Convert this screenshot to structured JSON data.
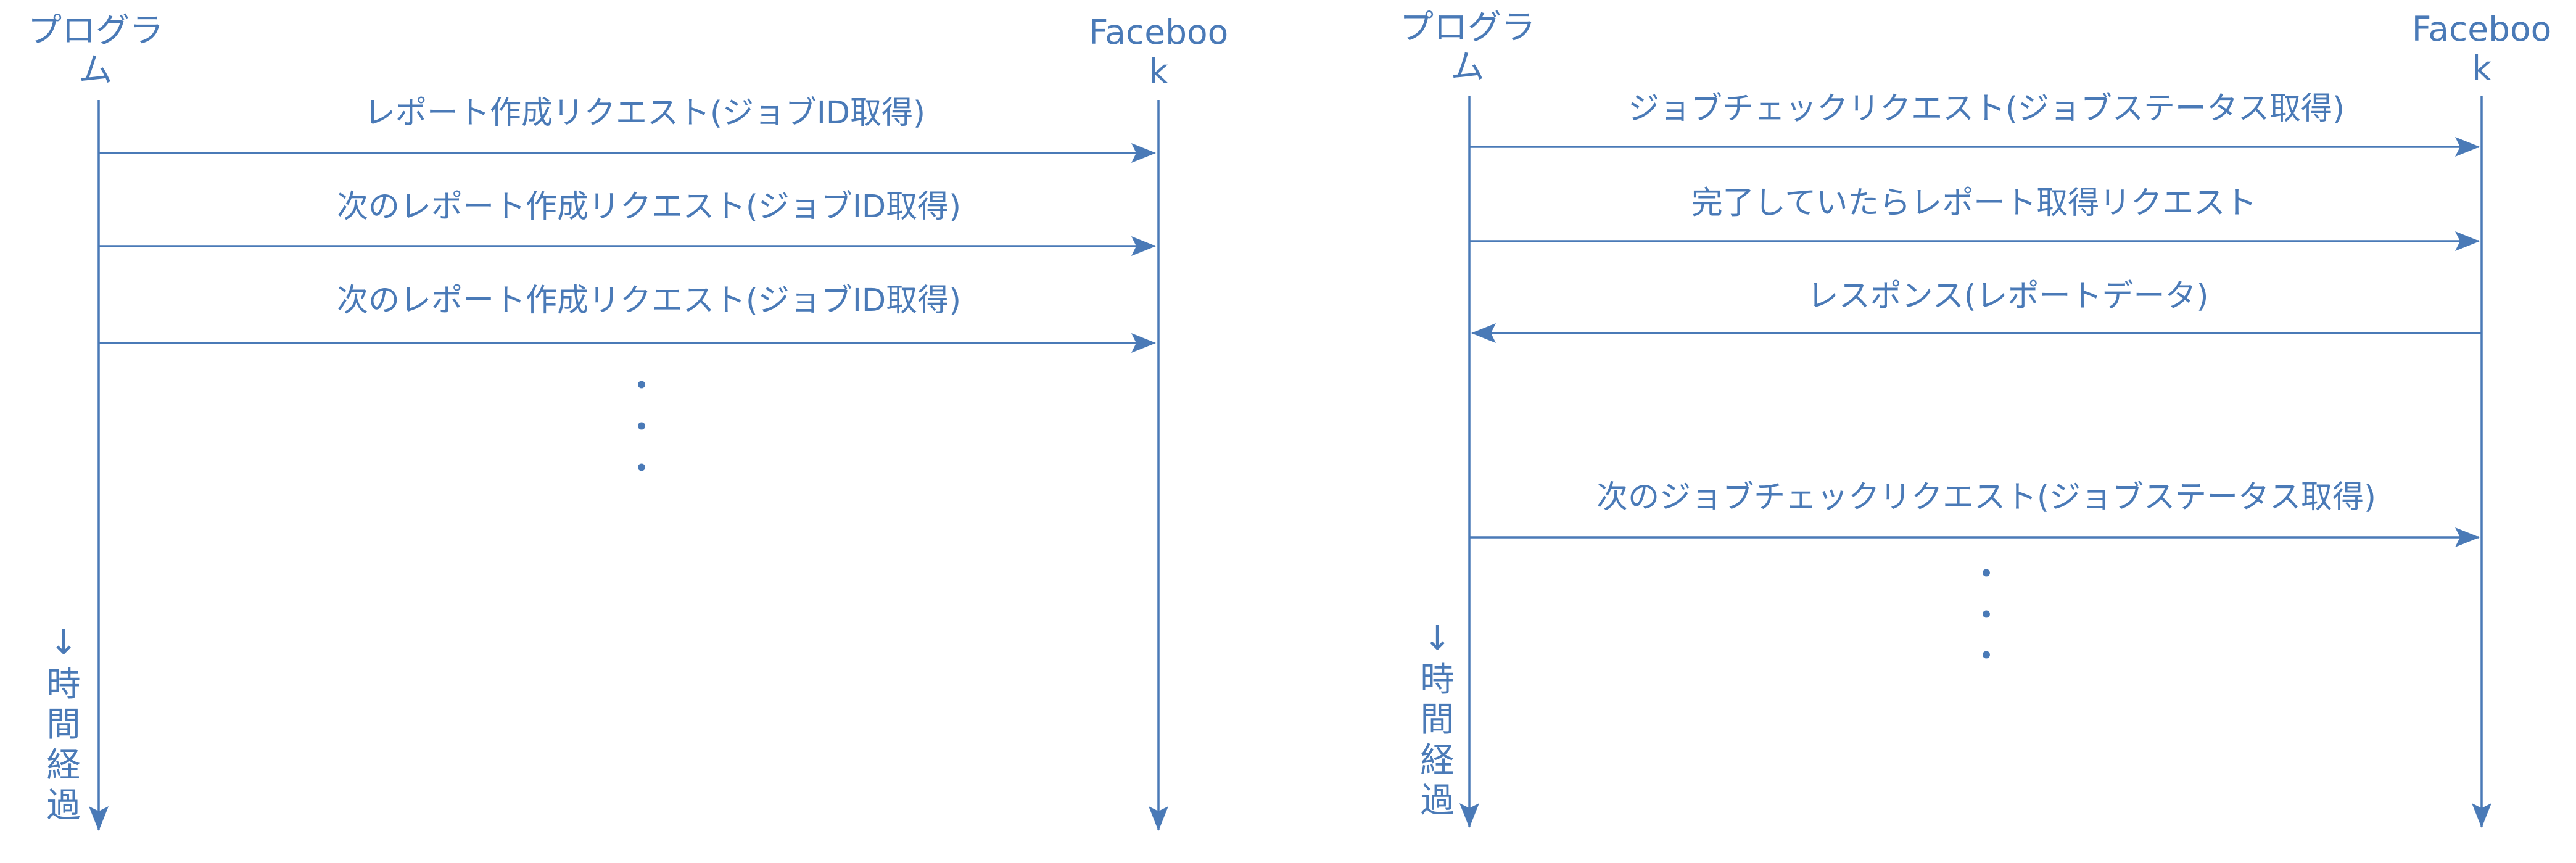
{
  "colors": {
    "line": "#4a7ab7",
    "text": "#4a7ab7",
    "background": "#ffffff"
  },
  "left_diagram": {
    "program_label_line1": "プログラ",
    "program_label_line2": "ム",
    "facebook_label_line1": "Faceboo",
    "facebook_label_line2": "k",
    "messages": [
      "レポート作成リクエスト(ジョブID取得)",
      "次のレポート作成リクエスト(ジョブID取得)",
      "次のレポート作成リクエスト(ジョブID取得)"
    ],
    "ellipsis": [
      "・",
      "・",
      "・"
    ],
    "time_label": [
      "↓",
      "時",
      "間",
      "経",
      "過"
    ]
  },
  "right_diagram": {
    "program_label_line1": "プログラ",
    "program_label_line2": "ム",
    "facebook_label_line1": "Faceboo",
    "facebook_label_line2": "k",
    "messages": [
      "ジョブチェックリクエスト(ジョブステータス取得)",
      "完了していたらレポート取得リクエスト",
      "レスポンス(レポートデータ)",
      "次のジョブチェックリクエスト(ジョブステータス取得)"
    ],
    "ellipsis": [
      "・",
      "・",
      "・"
    ],
    "time_label": [
      "↓",
      "時",
      "間",
      "経",
      "過"
    ]
  }
}
